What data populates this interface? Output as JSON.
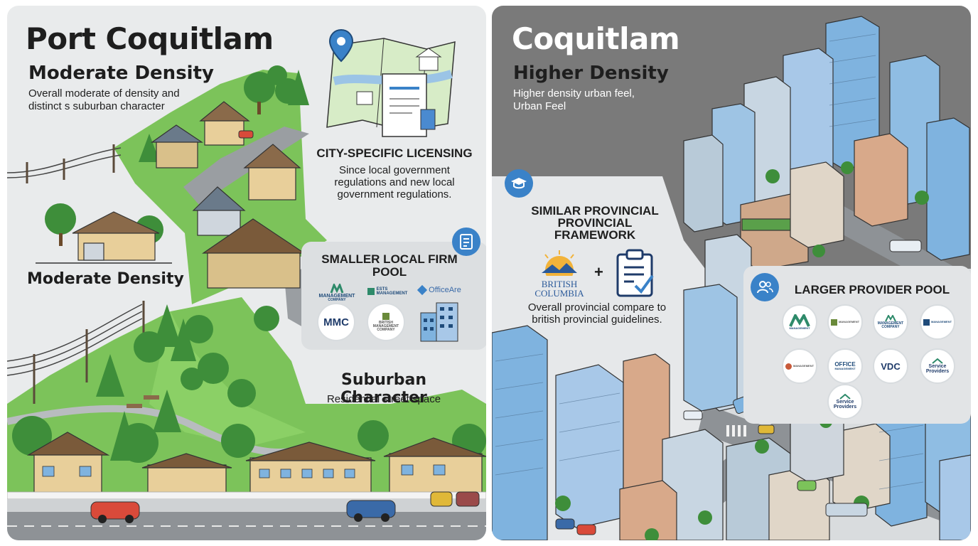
{
  "left": {
    "title": "Port Coquitlam",
    "density_heading": "Moderate Density",
    "density_desc_1": "Overall moderate of density and",
    "density_desc_2": "distinct s suburban character",
    "licensing_heading": "CITY-SPECIFIC LICENSING",
    "licensing_desc_1": "Since local government",
    "licensing_desc_2": "regulations and new local",
    "licensing_desc_3": "government regulations.",
    "firm_pool_heading_1": "SMALLER LOCAL FIRM",
    "firm_pool_heading_2": "POOL",
    "firm_logos": {
      "management_line1": "MANAGEMENT",
      "management_line2": "COMPANY",
      "estate_line1": "ESTS",
      "estate_line2": "MANAGEMENT",
      "officeare": "OfficeAre",
      "mmc": "MMC",
      "british_line1": "BRITISH",
      "british_line2": "MANAGEMENT",
      "british_line3": "COMPANY"
    },
    "house_label": "Moderate Density",
    "suburban_heading": "Suburban Character",
    "suburban_desc": "Residential street space"
  },
  "right": {
    "title": "Coquitlam",
    "density_heading": "Higher Density",
    "density_desc_1": "Higher density urban feel,",
    "density_desc_2": "Urban Feel",
    "framework_heading_1": "SIMILAR PROVINCIAL",
    "framework_heading_2": "PROVINCIAL",
    "framework_heading_3": "FRAMEWORK",
    "bc_logo_line1": "BRITISH",
    "bc_logo_line2": "COLUMBIA",
    "plus": "+",
    "framework_desc_1": "Overall provincial compare to",
    "framework_desc_2": "british provincial guidelines.",
    "provider_pool_heading": "LARGER PROVIDER POOL",
    "provider_logos": {
      "m_sub": "MANAGEMENT",
      "estate_sub": "MANAGEMENT",
      "mgmt_line1": "MANAGEMENT",
      "mgmt_line2": "COMPANY",
      "ests": "MANAGEMENT",
      "small_sub": "MANAGEMENT",
      "office": "OFFICE",
      "office_sub": "MANAGEMENT",
      "vdc": "VDC",
      "service_1_line1": "Service",
      "service_1_line2": "Providers",
      "service_2_line1": "Service",
      "service_2_line2": "Providers"
    }
  },
  "colors": {
    "grass": "#7cc35a",
    "tree": "#3e8e3a",
    "road": "#8e9296",
    "accent_blue": "#3a82c8",
    "building_blue": "#7fb3df",
    "house_tan": "#e8cf9a",
    "panel_right": "#7a7a7a"
  },
  "icons": [
    "map-pin-icon",
    "license-document-icon",
    "checklist-icon",
    "graduation-cap-icon",
    "people-icon",
    "clipboard-check-icon"
  ]
}
